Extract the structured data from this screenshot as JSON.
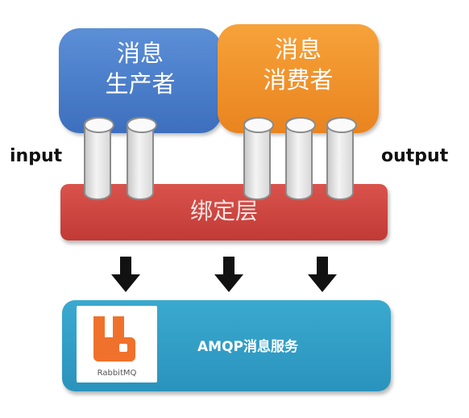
{
  "producer": {
    "line1": "消息",
    "line2": "生产者",
    "color": "#4a7fcf"
  },
  "consumer": {
    "line1": "消息",
    "line2": "消费者",
    "color": "#f0932a"
  },
  "binding": {
    "label": "绑定层",
    "color": "#cf4641"
  },
  "labels": {
    "input": "input",
    "output": "output"
  },
  "service": {
    "label": "AMQP消息服务",
    "logo_text": "RabbitMQ",
    "logo_icon": "rabbitmq-logo",
    "color": "#33a0c8"
  },
  "arrows": {
    "count": 3,
    "direction": "down"
  }
}
